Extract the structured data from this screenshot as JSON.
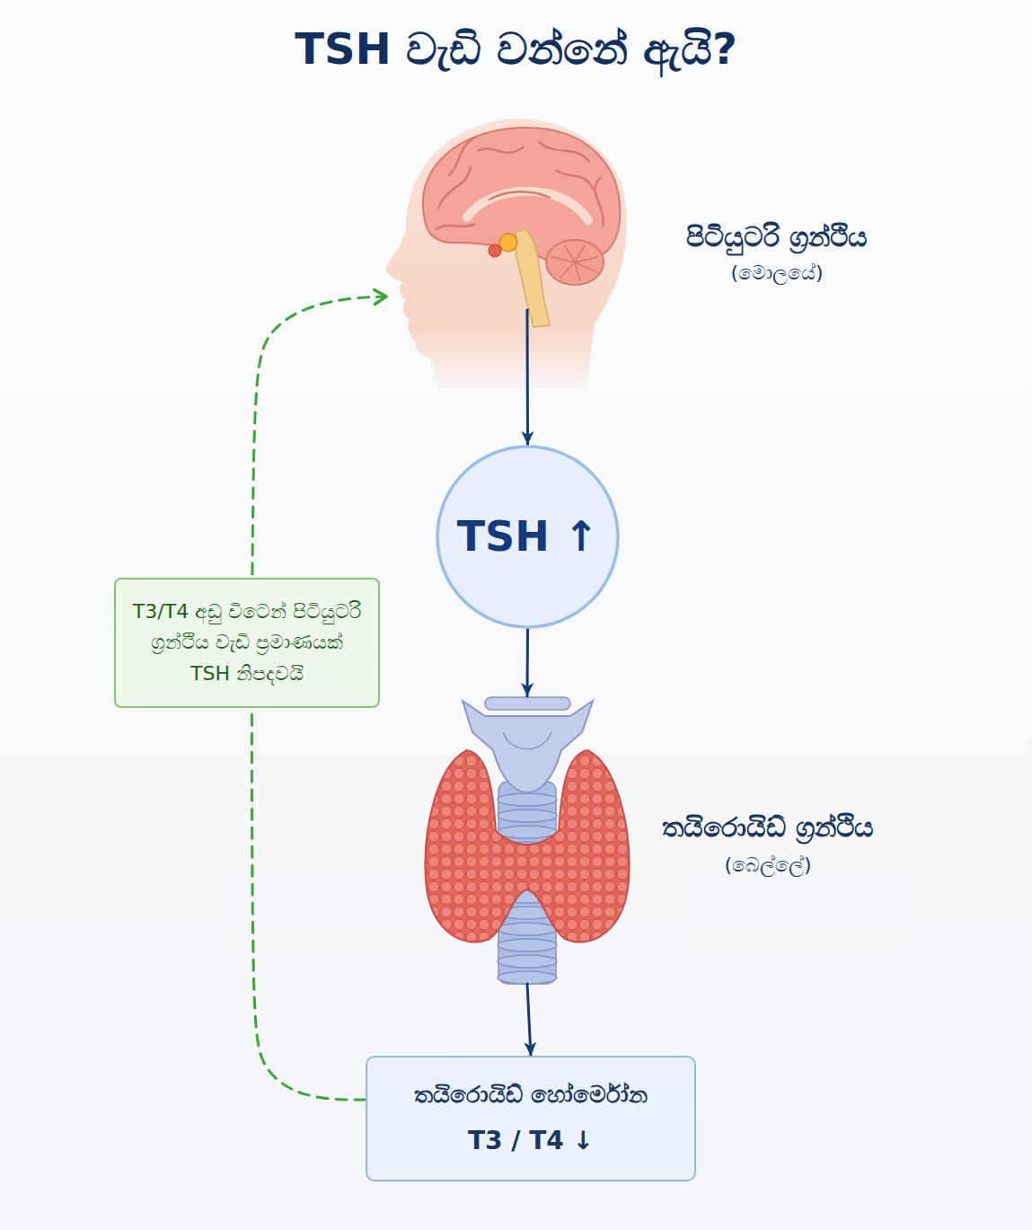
{
  "diagram": {
    "title": "TSH වැඩි වන්නේ ඇයි?",
    "nodes": [
      {
        "text": [
          "පිටියුටරි ග්‍රන්ථිය",
          "(මොලයේ)"
        ]
      },
      {
        "text": [
          "TSH ↑"
        ]
      },
      {
        "text": [
          "තයිරොයිඩ් ග්‍රන්ථිය",
          "(බෙල්ලේ)"
        ]
      },
      {
        "text": [
          "තයිරොයිඩ් හෝර්මෝන",
          "T3 / T4 ↓"
        ]
      }
    ],
    "edges": [
      {
        "from": 0,
        "to": 1,
        "arrow": "to"
      },
      {
        "from": 1,
        "to": 2,
        "arrow": "to"
      },
      {
        "from": 2,
        "to": 3,
        "arrow": "to"
      },
      {
        "from": 3,
        "to": 0,
        "arrow": "to",
        "label": "T3/T4 අඩු විටෙන් පිටියුටරි ග්‍රන්ථිය වැඩි ප්‍රමාණයක් TSH නිපදවයි"
      }
    ]
  }
}
